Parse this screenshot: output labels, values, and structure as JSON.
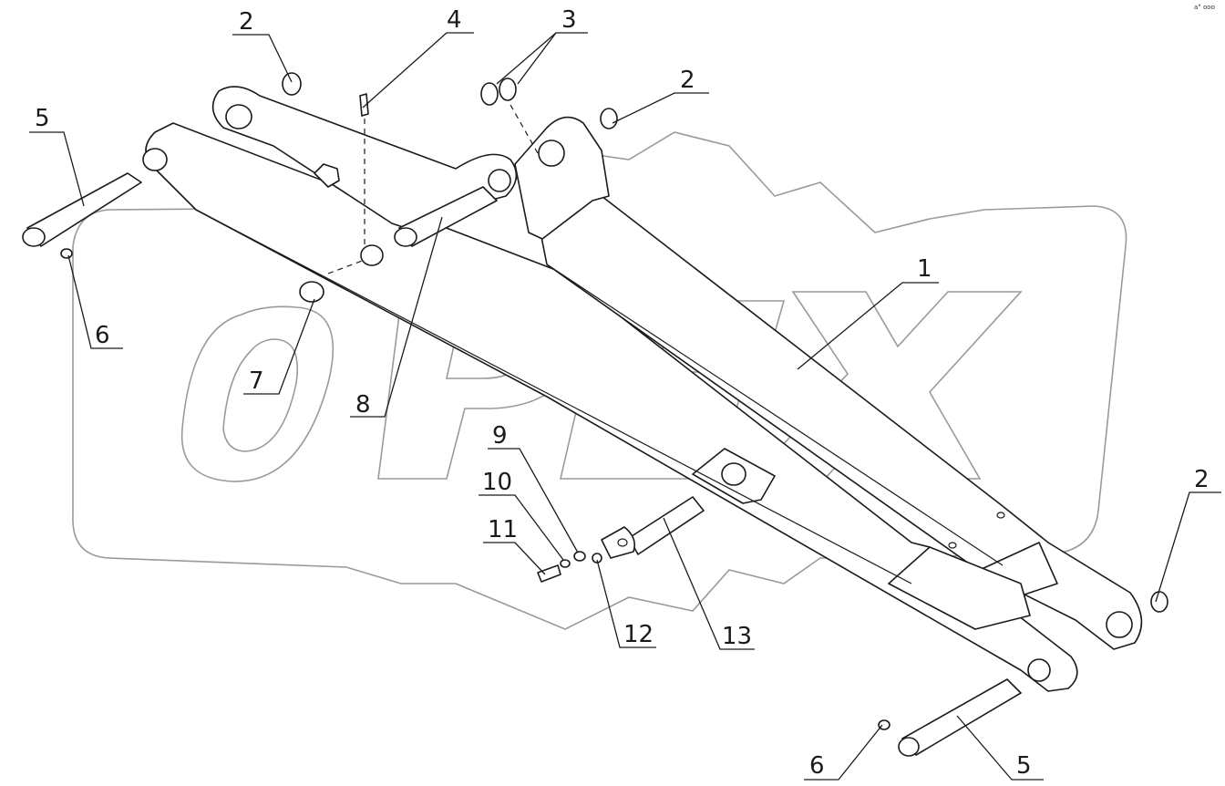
{
  "watermark": {
    "text": "OPEX",
    "color": "#9a9a9a"
  },
  "corner_mark": "a° ooo",
  "callouts": [
    {
      "id": "c1",
      "label": "1"
    },
    {
      "id": "c2a",
      "label": "2"
    },
    {
      "id": "c2b",
      "label": "2"
    },
    {
      "id": "c2c",
      "label": "2"
    },
    {
      "id": "c3",
      "label": "3"
    },
    {
      "id": "c4",
      "label": "4"
    },
    {
      "id": "c5a",
      "label": "5"
    },
    {
      "id": "c5b",
      "label": "5"
    },
    {
      "id": "c6a",
      "label": "6"
    },
    {
      "id": "c6b",
      "label": "6"
    },
    {
      "id": "c7",
      "label": "7"
    },
    {
      "id": "c8",
      "label": "8"
    },
    {
      "id": "c9",
      "label": "9"
    },
    {
      "id": "c10",
      "label": "10"
    },
    {
      "id": "c11",
      "label": "11"
    },
    {
      "id": "c12",
      "label": "12"
    },
    {
      "id": "c13",
      "label": "13"
    }
  ]
}
